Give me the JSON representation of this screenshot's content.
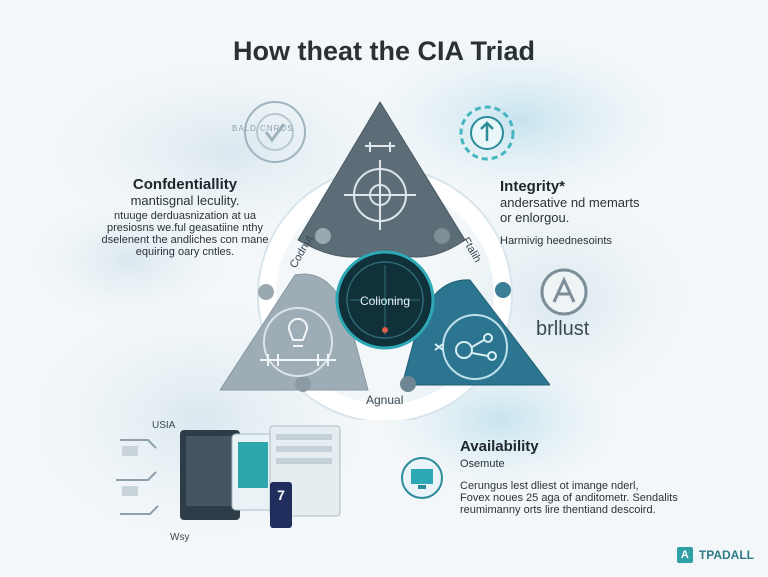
{
  "title": "How theat the CIA Triad",
  "confidentiality": {
    "heading": "Confdentiallity",
    "subheading": "mantisgnal leculity.",
    "body": [
      "ntuuge derduasnization at ua",
      "presiosns we.ful geasatiine nthy",
      "dselenent the andliches con mane",
      "equiring oary cntles."
    ]
  },
  "integrity": {
    "heading": "Integrity*",
    "subheading": [
      "andersative nd memarts",
      "or enlorgou."
    ],
    "body": "Harmivig heednesoints"
  },
  "availability": {
    "heading": "Availability",
    "subheading": "Osemute",
    "body": [
      "Cerungus lest dliest ot imange nderl,",
      "Fovex noues 25 aga of anditometr. Sendalits",
      "reumimanny orts lire thentiand descoird."
    ]
  },
  "center": {
    "label": "Colioning",
    "left_arc": "Codnut",
    "right_arc": "Ftalih",
    "bottom_arc": "Agnual"
  },
  "brand_text": "brllust",
  "device_labels": {
    "top": "USIA",
    "bottom": "Wsy",
    "phone_digit": "7"
  },
  "icon_ring_text": "BALD CNRUS",
  "logo": {
    "mark": "A",
    "text": "TPADALL"
  },
  "colors": {
    "top_triangle": "#5d6d77",
    "left_triangle": "#9eacb5",
    "right_triangle": "#2b7590",
    "center_dark": "#10303a",
    "accent": "#2fa8b6",
    "ring": "#ffffff"
  },
  "icons": [
    "crosshair-icon",
    "lightbulb-icon",
    "network-icon",
    "shield-icon",
    "brand-seal-icon",
    "devices-icon",
    "monitor-icon"
  ]
}
